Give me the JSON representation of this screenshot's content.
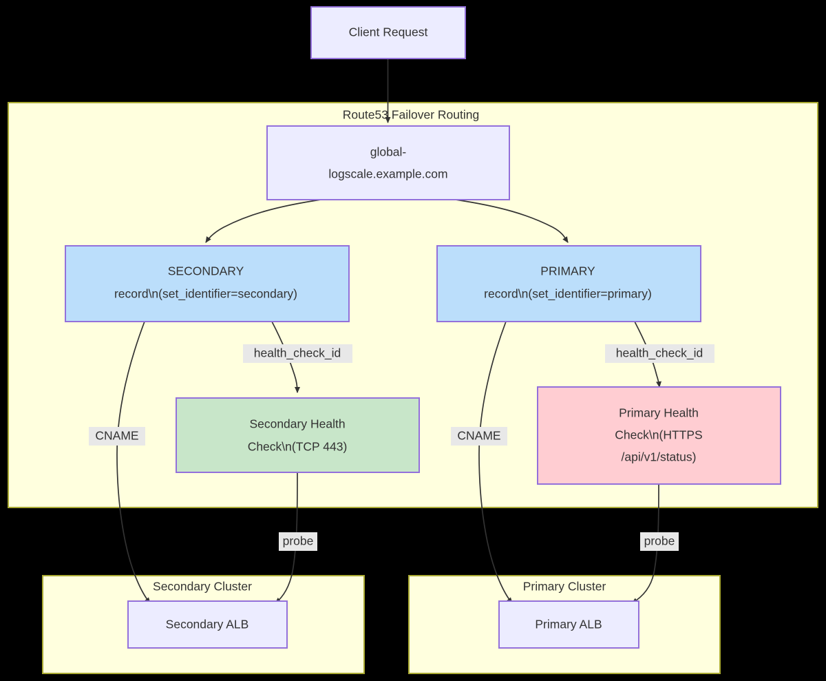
{
  "diagram": {
    "type": "flowchart",
    "direction": "top-down",
    "title_visible": false,
    "palette": {
      "background": "#000000",
      "cluster_fill": "#ffffde",
      "cluster_stroke": "#aaaa33",
      "default_node_fill": "#ececff",
      "default_node_stroke": "#9370db",
      "record_node_fill": "#bbdefb",
      "record_node_stroke": "#9370db",
      "healthy_node_fill": "#c8e6c9",
      "healthy_node_stroke": "#9370db",
      "alert_node_fill": "#ffcdd2",
      "alert_node_stroke": "#9370db",
      "edge_stroke": "#333333",
      "edge_label_bg": "#e8e8e8",
      "text": "#333333"
    },
    "clusters": [
      {
        "id": "route53",
        "label": "Route53 Failover Routing"
      },
      {
        "id": "secondary_cluster",
        "label": "Secondary Cluster"
      },
      {
        "id": "primary_cluster",
        "label": "Primary Cluster"
      }
    ],
    "nodes": [
      {
        "id": "client",
        "label": "Client Request",
        "lines": [
          "Client Request"
        ],
        "style": "default"
      },
      {
        "id": "domain",
        "label": "global-logscale.example.com",
        "lines": [
          "global-",
          "logscale.example.com"
        ],
        "style": "default"
      },
      {
        "id": "secondary_record",
        "label": "SECONDARY record\\n(set_identifier=secondary)",
        "lines": [
          "SECONDARY",
          "record\\n(set_identifier=secondary)"
        ],
        "style": "record"
      },
      {
        "id": "primary_record",
        "label": "PRIMARY record\\n(set_identifier=primary)",
        "lines": [
          "PRIMARY",
          "record\\n(set_identifier=primary)"
        ],
        "style": "record"
      },
      {
        "id": "secondary_health",
        "label": "Secondary Health Check\\n(TCP 443)",
        "lines": [
          "Secondary Health",
          "Check\\n(TCP 443)"
        ],
        "style": "healthy"
      },
      {
        "id": "primary_health",
        "label": "Primary Health Check\\n(HTTPS /api/v1/status)",
        "lines": [
          "Primary Health",
          "Check\\n(HTTPS",
          "/api/v1/status)"
        ],
        "style": "alert"
      },
      {
        "id": "secondary_alb",
        "label": "Secondary ALB",
        "lines": [
          "Secondary ALB"
        ],
        "style": "default"
      },
      {
        "id": "primary_alb",
        "label": "Primary ALB",
        "lines": [
          "Primary ALB"
        ],
        "style": "default"
      }
    ],
    "edges": [
      {
        "id": "e1",
        "from": "client",
        "to": "domain",
        "label": ""
      },
      {
        "id": "e2",
        "from": "domain",
        "to": "secondary_record",
        "label": ""
      },
      {
        "id": "e3",
        "from": "domain",
        "to": "primary_record",
        "label": ""
      },
      {
        "id": "e4",
        "from": "secondary_record",
        "to": "secondary_alb",
        "label": "CNAME"
      },
      {
        "id": "e5",
        "from": "secondary_record",
        "to": "secondary_health",
        "label": "health_check_id"
      },
      {
        "id": "e6",
        "from": "primary_record",
        "to": "primary_alb",
        "label": "CNAME"
      },
      {
        "id": "e7",
        "from": "primary_record",
        "to": "primary_health",
        "label": "health_check_id"
      },
      {
        "id": "e8",
        "from": "secondary_health",
        "to": "secondary_alb",
        "label": "probe"
      },
      {
        "id": "e9",
        "from": "primary_health",
        "to": "primary_alb",
        "label": "probe"
      }
    ]
  }
}
